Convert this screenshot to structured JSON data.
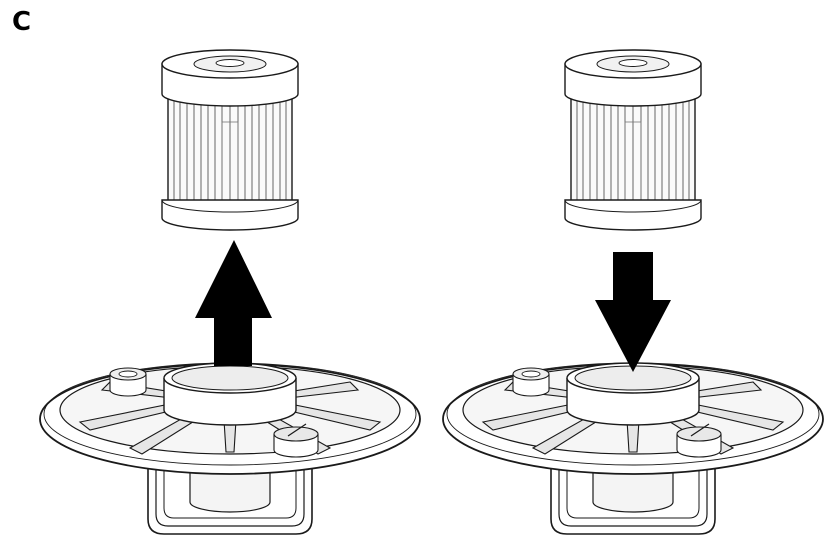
{
  "step_label": "C",
  "panels": [
    {
      "name": "remove",
      "arrow_direction": "up"
    },
    {
      "name": "insert",
      "arrow_direction": "down"
    }
  ],
  "colors": {
    "ink": "#1a1a1a",
    "arrow": "#000000",
    "shade": "#d9d9d9",
    "paper": "#ffffff"
  }
}
